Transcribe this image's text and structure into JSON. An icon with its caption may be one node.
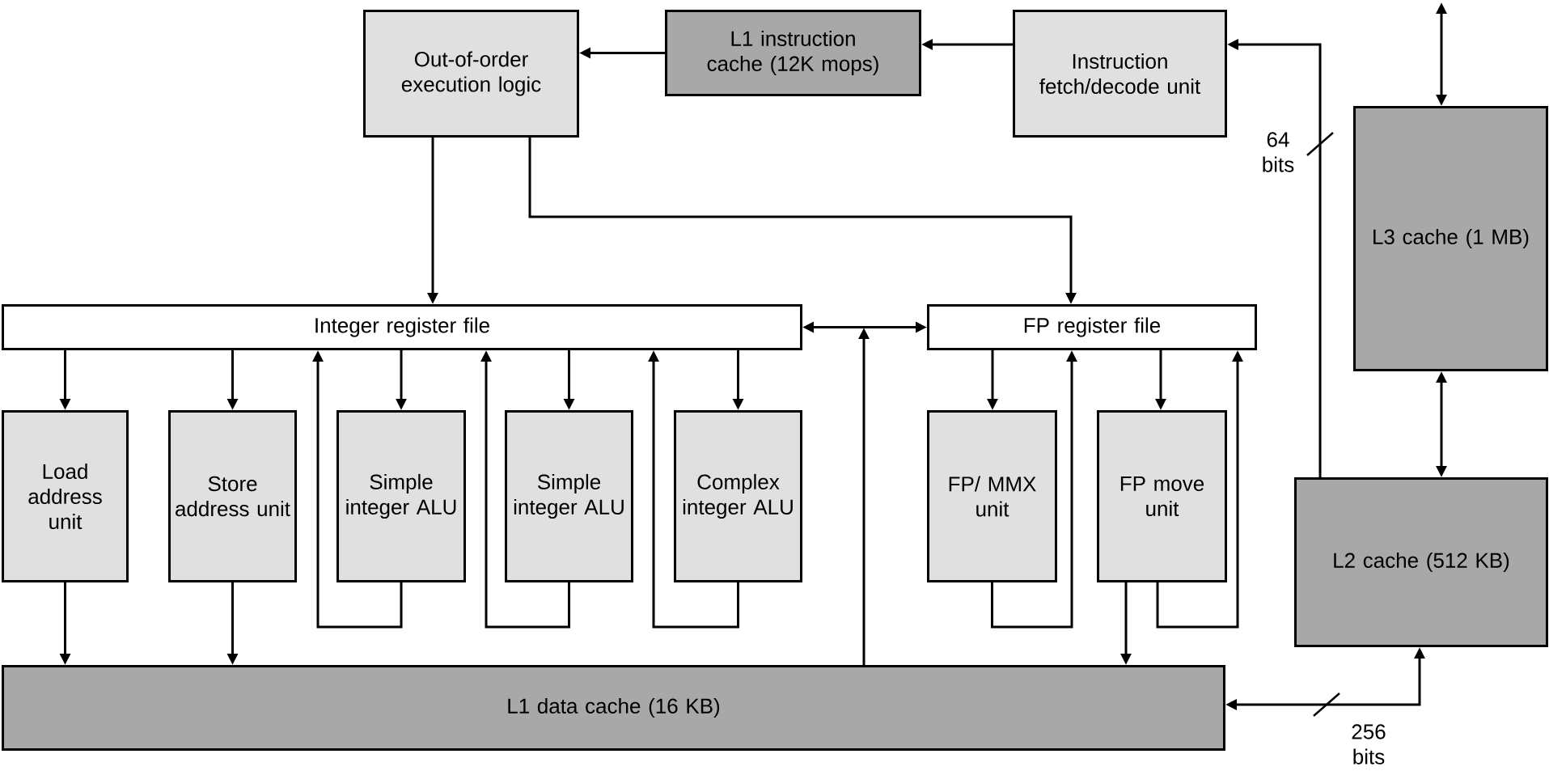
{
  "diagram": {
    "nodes": [
      {
        "text": [
          "Out-of-order execution logic"
        ]
      },
      {
        "text": [
          "L1 instruction cache (12K mops)"
        ]
      },
      {
        "text": [
          "Instruction fetch/decode unit"
        ]
      },
      {
        "text": [
          "L3 cache (1 MB)"
        ]
      },
      {
        "text": [
          "Integer register file"
        ]
      },
      {
        "text": [
          "FP register file"
        ]
      },
      {
        "text": [
          "Load address unit"
        ]
      },
      {
        "text": [
          "Store address unit"
        ]
      },
      {
        "text": [
          "Simple integer ALU"
        ]
      },
      {
        "text": [
          "Simple integer ALU"
        ]
      },
      {
        "text": [
          "Complex integer ALU"
        ]
      },
      {
        "text": [
          "FP/ MMX unit"
        ]
      },
      {
        "text": [
          "FP move unit"
        ]
      },
      {
        "text": [
          "L2 cache (512 KB)"
        ]
      },
      {
        "text": [
          "L1 data cache (16 KB)"
        ]
      }
    ],
    "edges": [
      {
        "from": 1,
        "to": 0,
        "arrow": "to"
      },
      {
        "from": 2,
        "to": 1,
        "arrow": "to"
      },
      {
        "from": 13,
        "to": 2,
        "arrow": "to",
        "label": "64 bits"
      },
      {
        "from": 0,
        "to": 4,
        "arrow": "to"
      },
      {
        "from": 0,
        "to": 5,
        "arrow": "to"
      },
      {
        "from": 4,
        "to": 5,
        "arrow": "both"
      },
      {
        "from": 14,
        "to": null,
        "arrow": "to"
      },
      {
        "from": 3,
        "to": 13,
        "arrow": "both"
      },
      {
        "from": null,
        "to": 3,
        "arrow": "both"
      },
      {
        "from": 4,
        "to": 6,
        "arrow": "to"
      },
      {
        "from": 4,
        "to": 7,
        "arrow": "to"
      },
      {
        "from": 4,
        "to": 8,
        "arrow": "to"
      },
      {
        "from": 4,
        "to": 9,
        "arrow": "to"
      },
      {
        "from": 4,
        "to": 10,
        "arrow": "to"
      },
      {
        "from": 8,
        "to": 4,
        "arrow": "to"
      },
      {
        "from": 9,
        "to": 4,
        "arrow": "to"
      },
      {
        "from": 10,
        "to": 4,
        "arrow": "to"
      },
      {
        "from": 5,
        "to": 11,
        "arrow": "to"
      },
      {
        "from": 5,
        "to": 12,
        "arrow": "to"
      },
      {
        "from": 11,
        "to": 5,
        "arrow": "to"
      },
      {
        "from": 12,
        "to": 5,
        "arrow": "to"
      },
      {
        "from": 6,
        "to": 14,
        "arrow": "to"
      },
      {
        "from": 7,
        "to": 14,
        "arrow": "to"
      },
      {
        "from": 12,
        "to": 14,
        "arrow": "to"
      },
      {
        "from": 13,
        "to": 14,
        "arrow": "both",
        "label": "256 bits"
      }
    ]
  }
}
